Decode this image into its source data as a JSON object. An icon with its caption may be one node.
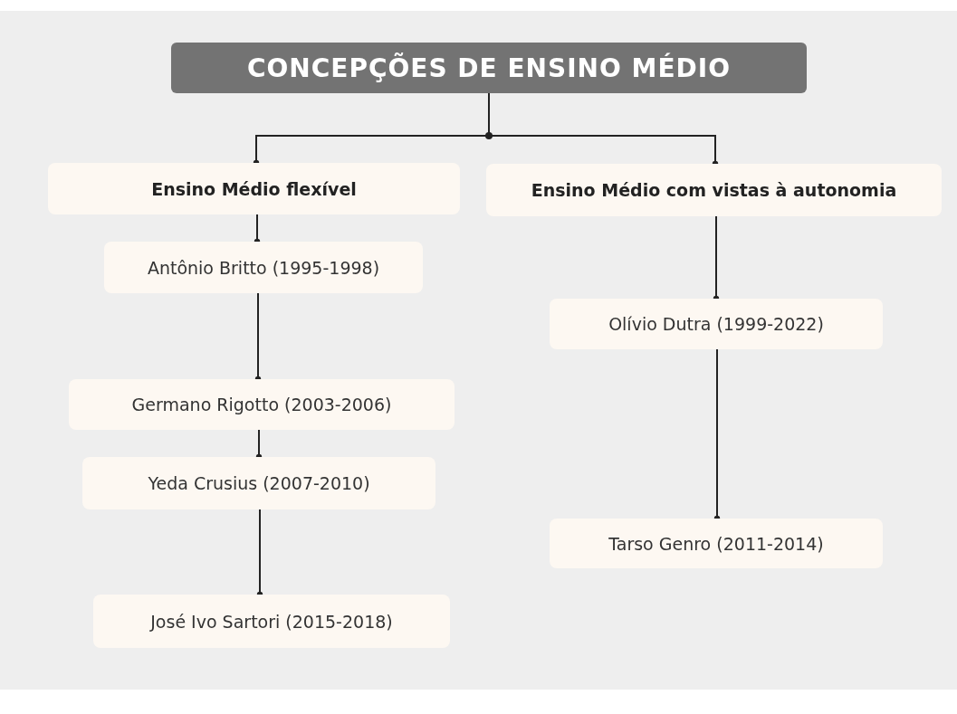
{
  "diagram": {
    "nodes": [
      {
        "text": [
          "CONCEPÇÕES DE ENSINO MÉDIO"
        ]
      },
      {
        "text": [
          "Ensino Médio flexível"
        ]
      },
      {
        "text": [
          "Ensino Médio com vistas à autonomia"
        ]
      },
      {
        "text": [
          "Antônio Britto (1995-1998)"
        ]
      },
      {
        "text": [
          "Germano Rigotto (2003-2006)"
        ]
      },
      {
        "text": [
          "Yeda Crusius (2007-2010)"
        ]
      },
      {
        "text": [
          "José Ivo Sartori (2015-2018)"
        ]
      },
      {
        "text": [
          "Olívio Dutra (1999-2022)"
        ]
      },
      {
        "text": [
          "Tarso Genro (2011-2014)"
        ]
      }
    ],
    "edges": [
      {
        "from": 0,
        "to": 1,
        "arrow": "other"
      },
      {
        "from": 0,
        "to": 2,
        "arrow": "other"
      },
      {
        "from": 1,
        "to": 3,
        "arrow": "other"
      },
      {
        "from": 3,
        "to": 4,
        "arrow": "other"
      },
      {
        "from": 4,
        "to": 5,
        "arrow": "other"
      },
      {
        "from": 5,
        "to": 6,
        "arrow": "other"
      },
      {
        "from": 2,
        "to": 7,
        "arrow": "other"
      },
      {
        "from": 7,
        "to": 8,
        "arrow": "other"
      }
    ]
  }
}
